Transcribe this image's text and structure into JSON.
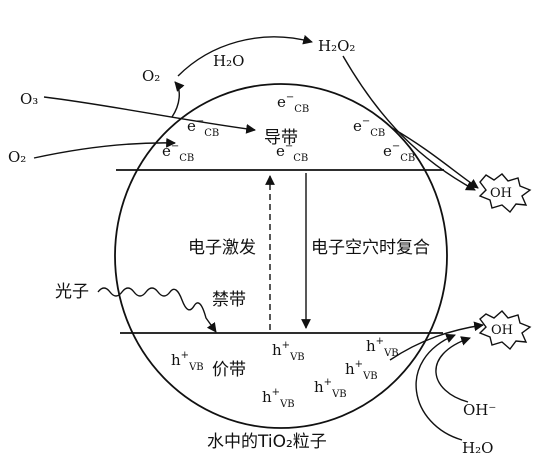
{
  "particle_caption": "水中的TiO₂粒子",
  "conduction_band": {
    "label": "导带"
  },
  "valence_band": {
    "label": "价带"
  },
  "forbidden_band": {
    "label": "禁带"
  },
  "excitation": {
    "label": "电子激发"
  },
  "recombination": {
    "label": "电子空穴时复合"
  },
  "photon": {
    "label": "光子"
  },
  "electron": {
    "base": "e",
    "sup": "−",
    "sub": "CB"
  },
  "hole": {
    "base": "h",
    "sup": "+",
    "sub": "VB"
  },
  "species": {
    "o3": "O₃",
    "o2_in": "O₂",
    "o2_out": "O₂",
    "h2o_top": "H₂O",
    "h2o2": "H₂O₂",
    "oh_radical_top": "OH",
    "oh_radical_bottom": "OH",
    "oh_minus": "OH⁻",
    "h2o_bottom": "H₂O"
  },
  "colors": {
    "ink": "#111111",
    "background": "#ffffff"
  }
}
